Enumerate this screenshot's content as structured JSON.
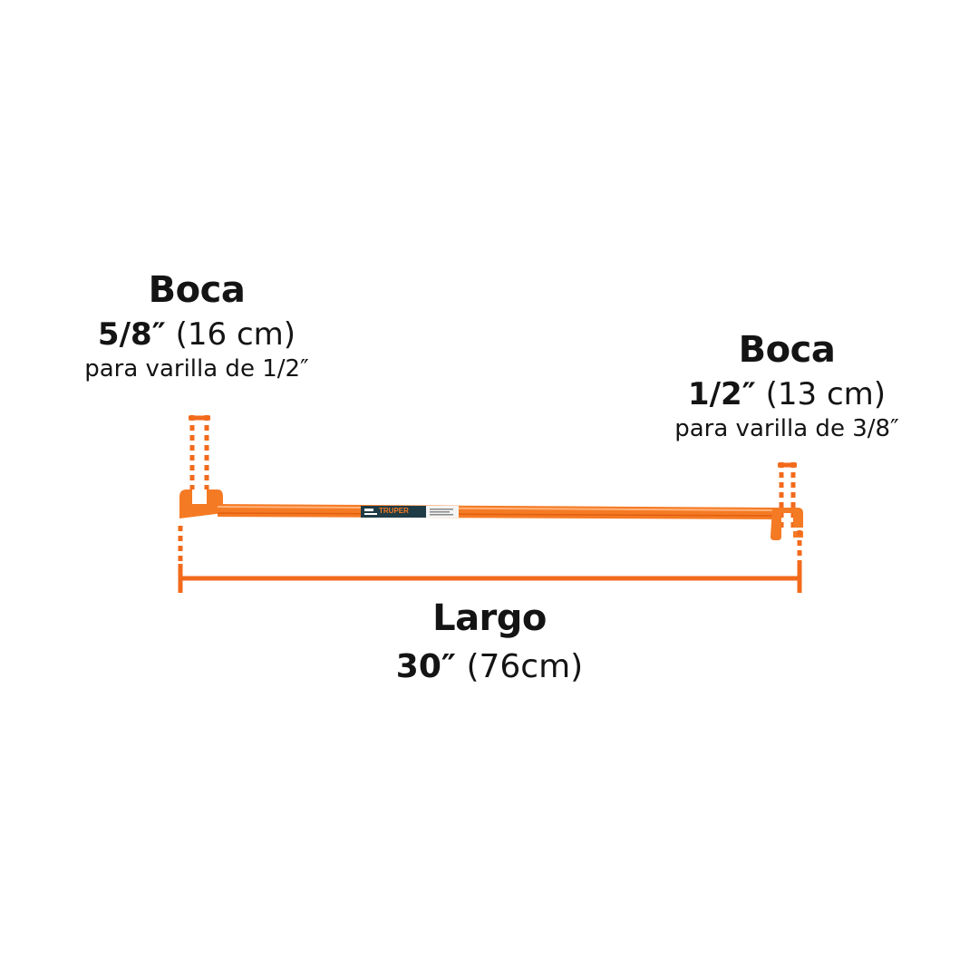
{
  "colors": {
    "accent": "#f26a1b",
    "bar": "#f57a24",
    "text": "#141414",
    "tag": "#1f3b45"
  },
  "left_opening": {
    "title": "Boca",
    "size_main": "5/8″",
    "size_metric": "(16 cm)",
    "note": "para varilla de 1/2″"
  },
  "right_opening": {
    "title": "Boca",
    "size_main": "1/2″",
    "size_metric": "(13 cm)",
    "note": "para varilla de 3/8″"
  },
  "length": {
    "title": "Largo",
    "size_main": "30″",
    "size_metric": "(76cm)"
  },
  "product": {
    "brand": "TRUPER"
  }
}
